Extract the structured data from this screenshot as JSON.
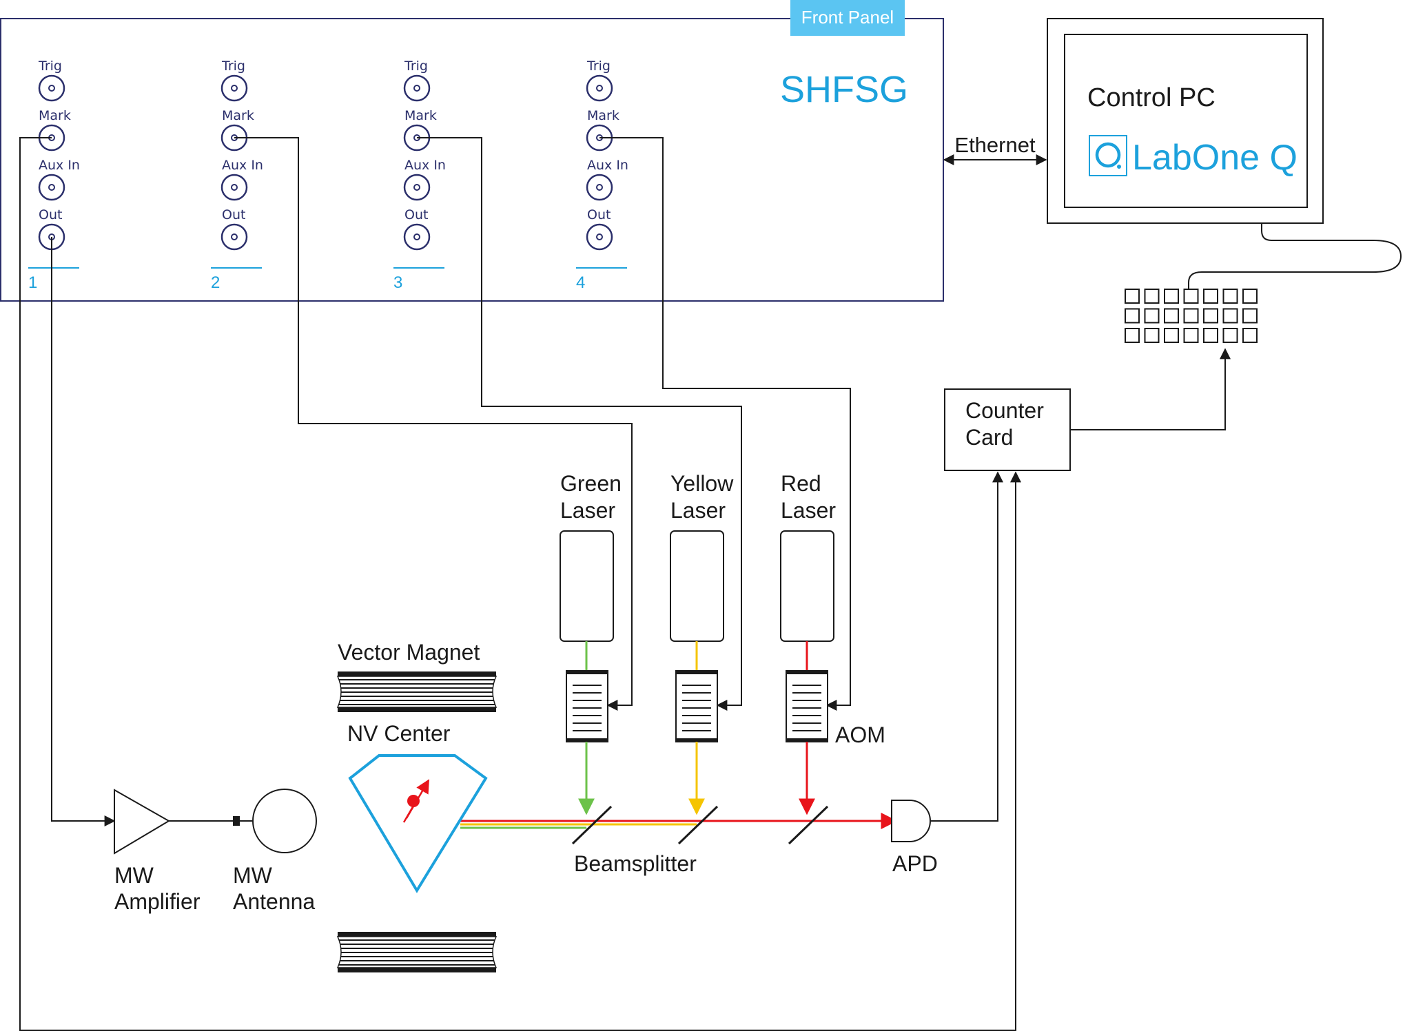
{
  "front_panel": {
    "tag": "Front Panel",
    "device": "SHFSG"
  },
  "channels": [
    {
      "number": "1",
      "ports": [
        "Trig",
        "Mark",
        "Aux In",
        "Out"
      ]
    },
    {
      "number": "2",
      "ports": [
        "Trig",
        "Mark",
        "Aux In",
        "Out"
      ]
    },
    {
      "number": "3",
      "ports": [
        "Trig",
        "Mark",
        "Aux In",
        "Out"
      ]
    },
    {
      "number": "4",
      "ports": [
        "Trig",
        "Mark",
        "Aux In",
        "Out"
      ]
    }
  ],
  "link": {
    "ethernet": "Ethernet"
  },
  "pc": {
    "title": "Control PC",
    "software": "LabOne Q"
  },
  "counter": {
    "line1": "Counter",
    "line2": "Card"
  },
  "lasers": [
    {
      "line1": "Green",
      "line2": "Laser",
      "color": "#6cc24a"
    },
    {
      "line1": "Yellow",
      "line2": "Laser",
      "color": "#f5c400"
    },
    {
      "line1": "Red",
      "line2": "Laser",
      "color": "#e8141b"
    }
  ],
  "labels": {
    "aom": "AOM",
    "vector_magnet": "Vector Magnet",
    "nv_center": "NV Center",
    "beamsplitter": "Beamsplitter",
    "apd": "APD",
    "mw_amplifier_1": "MW",
    "mw_amplifier_2": "Amplifier",
    "mw_antenna_1": "MW",
    "mw_antenna_2": "Antenna"
  },
  "colors": {
    "panel": "#2b2f6b",
    "accent": "#1ca1dc",
    "tag_bg": "#5bc5f2",
    "nv_red": "#e8141b"
  }
}
